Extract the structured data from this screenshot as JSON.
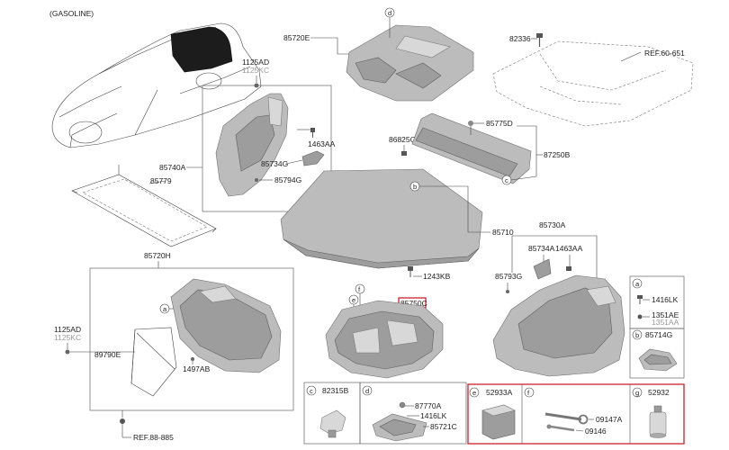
{
  "title": "(GASOLINE)",
  "labels": {
    "p85720E": "85720E",
    "p82336": "82336",
    "ref60651": "REF.60-651",
    "p1125AD_top": "1125AD",
    "p1125KC_top": "1125KC",
    "p1463AA_top": "1463AA",
    "p85740A": "85740A",
    "p85734G": "85734G",
    "p85794G": "85794G",
    "p85779": "85779",
    "p85775D": "85775D",
    "p86825C": "86825C",
    "p87250B": "87250B",
    "p85710": "85710",
    "p1243KB": "1243KB",
    "p85730A": "85730A",
    "p85734A": "85734A",
    "p1463AA_right": "1463AA",
    "p85793G": "85793G",
    "p85720H": "85720H",
    "p1125AD_left": "1125AD",
    "p1125KC_left": "1125KC",
    "p89790E": "89790E",
    "p1497AB": "1497AB",
    "ref88885": "REF.88-885",
    "p85750C": "85750C",
    "p1416LK": "1416LK",
    "p1351AE": "1351AE",
    "p1351AA": "1351AA",
    "p85714G": "85714G",
    "p82315B": "82315B",
    "p87770A": "87770A",
    "p1416LK_d": "1416LK",
    "p85721C": "85721C",
    "p52933A": "52933A",
    "p09147A": "09147A",
    "p09146": "09146",
    "p52932": "52932"
  },
  "letters": {
    "a": "a",
    "b": "b",
    "c": "c",
    "d": "d",
    "e": "e",
    "f": "f",
    "g": "g"
  },
  "colors": {
    "highlight": "#c8232c",
    "part_fill": "#bcbcbc",
    "line": "#444444"
  }
}
